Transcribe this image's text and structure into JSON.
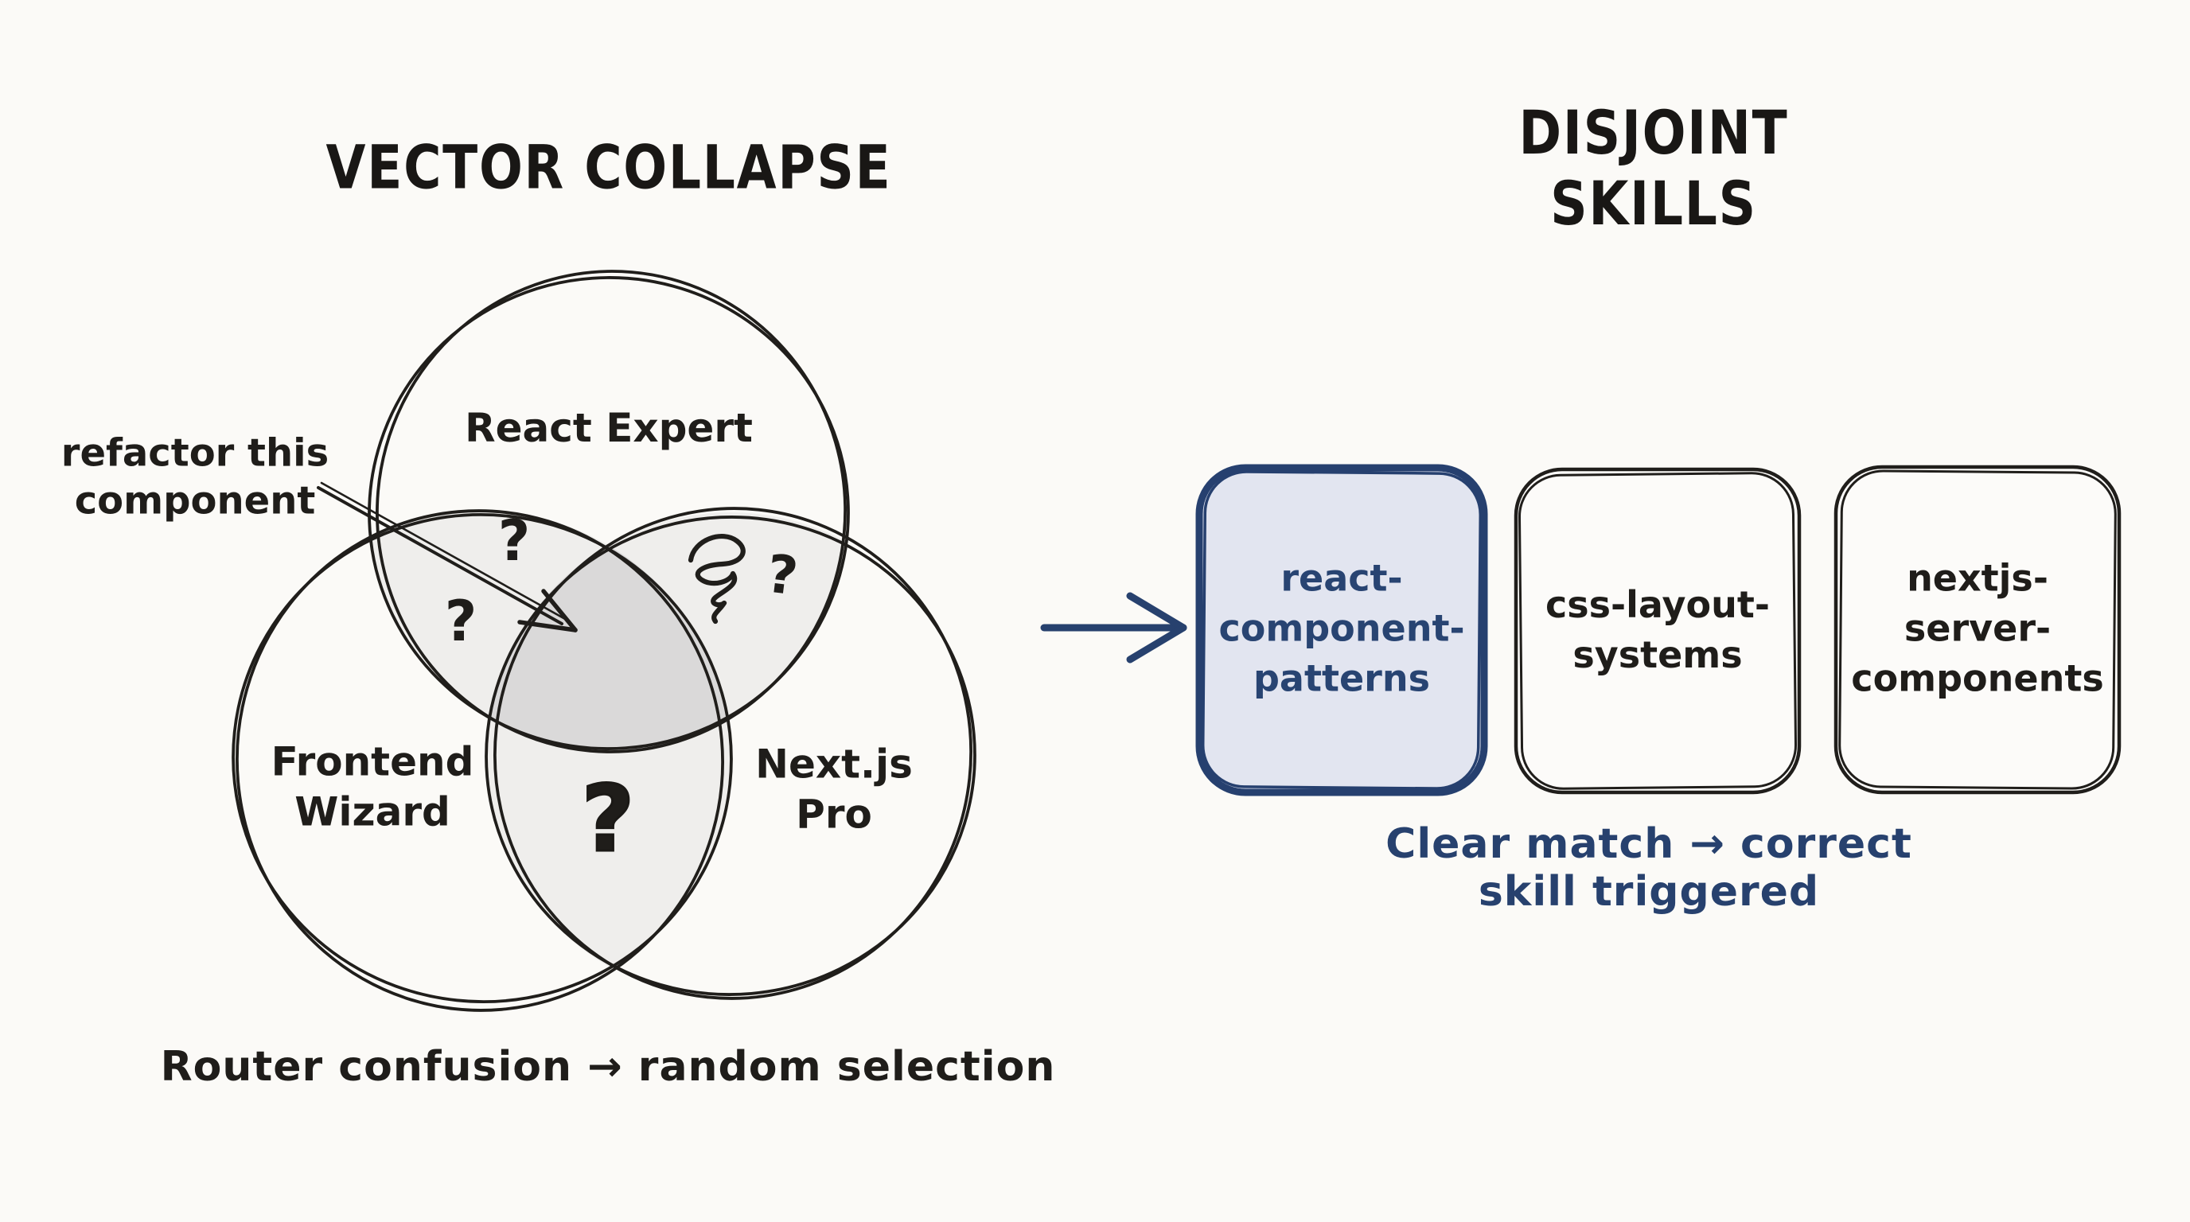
{
  "left": {
    "title": "VECTOR COLLAPSE",
    "annotation": "refactor this\ncomponent",
    "circles": {
      "top": "React Expert",
      "bottom_left": "Frontend\nWizard",
      "bottom_right": "Next.js\nPro"
    },
    "question_marks": {
      "react_frontend_upper": "?",
      "react_frontend_lower": "?",
      "react_nextjs": "?",
      "frontend_nextjs": "?"
    },
    "caption": "Router confusion → random selection"
  },
  "right": {
    "title": "DISJOINT SKILLS",
    "cards": [
      {
        "label": "react-\ncomponent-\npatterns",
        "highlighted": true
      },
      {
        "label": "css-layout-\nsystems",
        "highlighted": false
      },
      {
        "label": "nextjs-\nserver-\ncomponents",
        "highlighted": false
      }
    ],
    "caption": "Clear match → correct skill triggered"
  },
  "colors": {
    "background": "#fbfaf7",
    "ink": "#1f1d1a",
    "accent_navy": "#27416e",
    "highlight_card_fill": "#e2e5f0",
    "overlap_shade": "#ececf0"
  }
}
